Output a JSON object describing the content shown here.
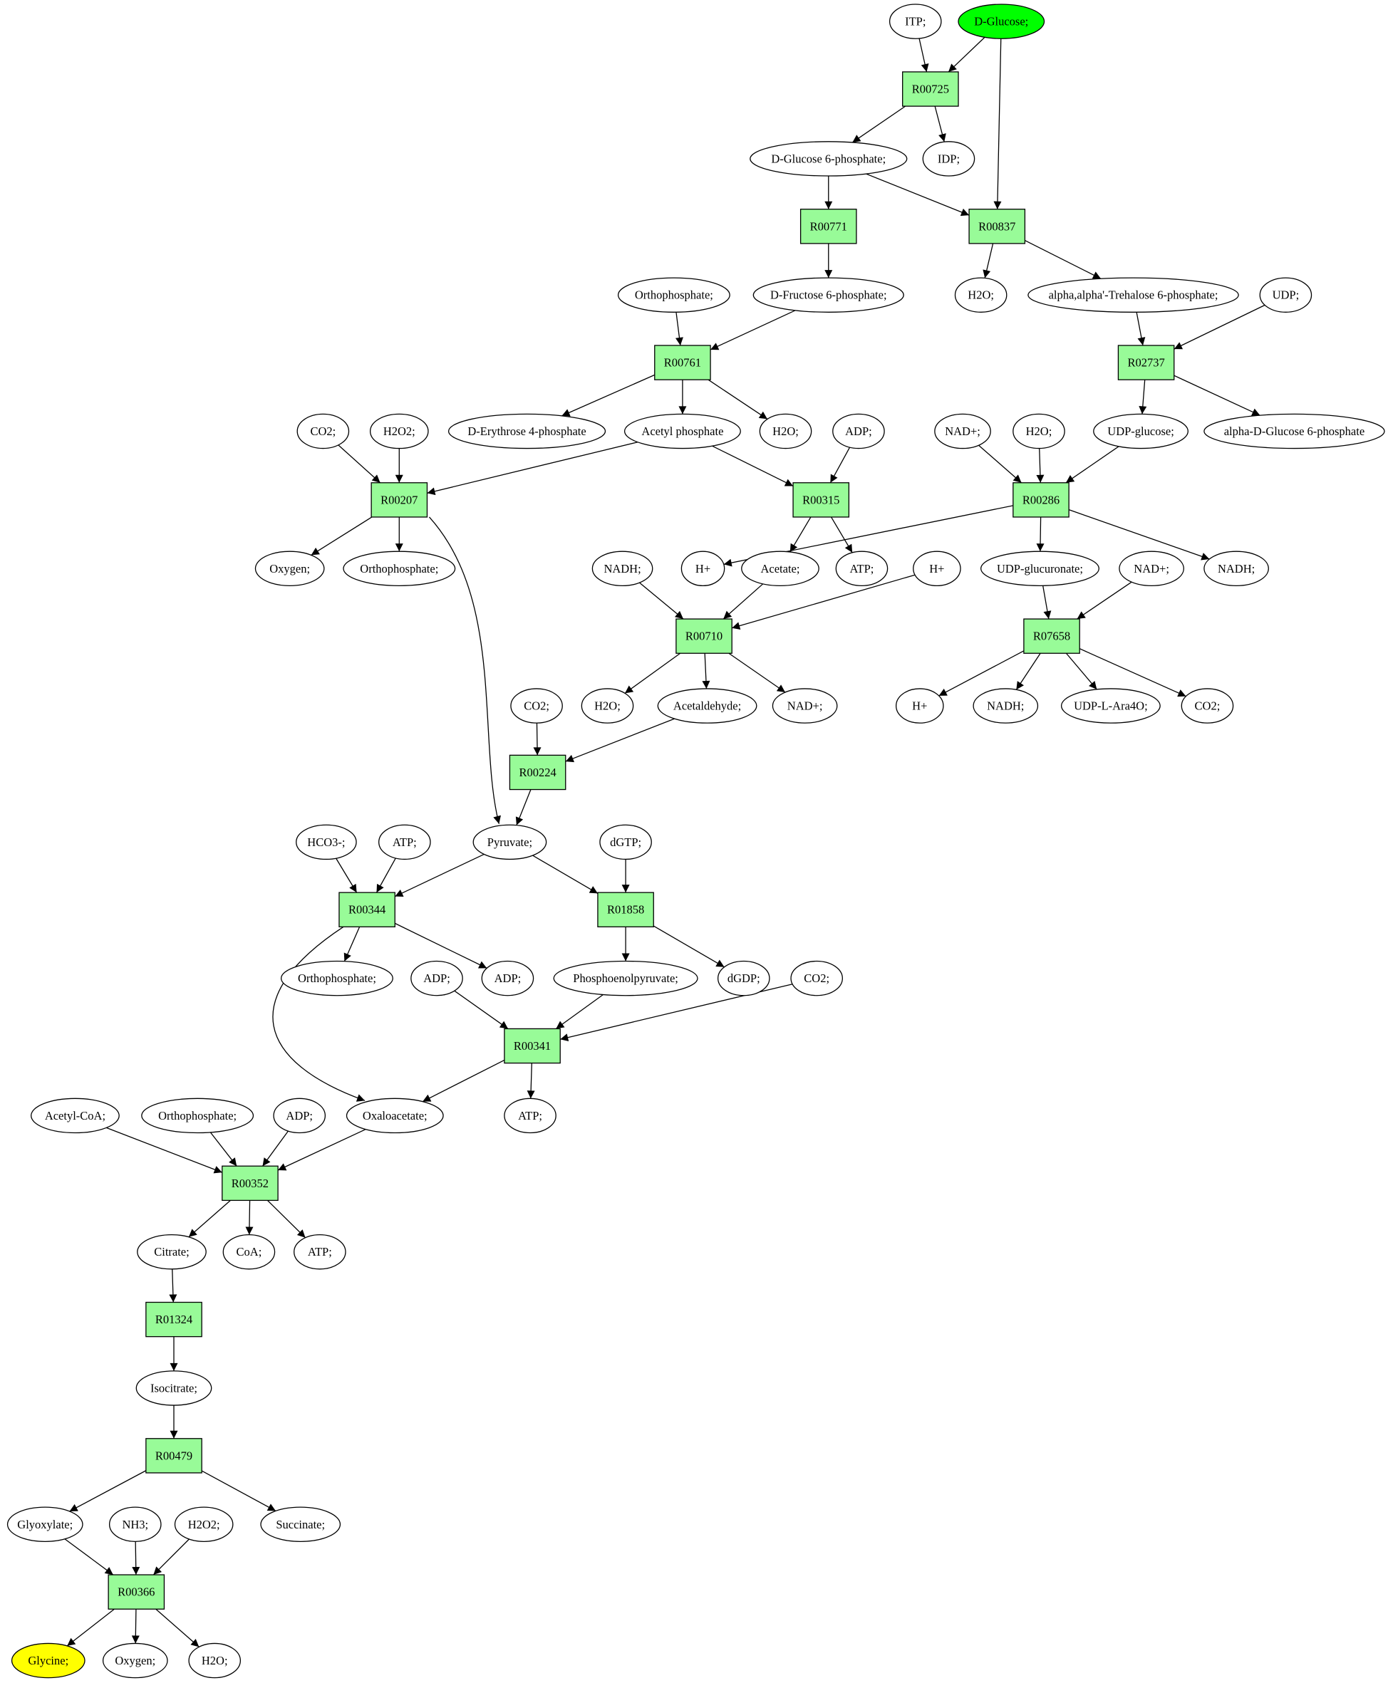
{
  "colors": {
    "reaction_fill": "#98fb98",
    "metabolite_fill": "#ffffff",
    "source_fill": "#00ff00",
    "target_fill": "#ffff00",
    "stroke": "#000000"
  },
  "reactions": [
    {
      "id": "r00725",
      "label": "R00725"
    },
    {
      "id": "r00771",
      "label": "R00771"
    },
    {
      "id": "r00837",
      "label": "R00837"
    },
    {
      "id": "r00761",
      "label": "R00761"
    },
    {
      "id": "r02737",
      "label": "R02737"
    },
    {
      "id": "r00207",
      "label": "R00207"
    },
    {
      "id": "r00315",
      "label": "R00315"
    },
    {
      "id": "r00286",
      "label": "R00286"
    },
    {
      "id": "r00710",
      "label": "R00710"
    },
    {
      "id": "r07658",
      "label": "R07658"
    },
    {
      "id": "r00224",
      "label": "R00224"
    },
    {
      "id": "r00344",
      "label": "R00344"
    },
    {
      "id": "r01858",
      "label": "R01858"
    },
    {
      "id": "r00341",
      "label": "R00341"
    },
    {
      "id": "r00352",
      "label": "R00352"
    },
    {
      "id": "r01324",
      "label": "R01324"
    },
    {
      "id": "r00479",
      "label": "R00479"
    },
    {
      "id": "r00366",
      "label": "R00366"
    }
  ],
  "metabolites": [
    {
      "id": "itp",
      "label": "ITP;"
    },
    {
      "id": "dglucose",
      "label": "D-Glucose;",
      "role": "source"
    },
    {
      "id": "g6p",
      "label": "D-Glucose 6-phosphate;"
    },
    {
      "id": "idp",
      "label": "IDP;"
    },
    {
      "id": "f6p",
      "label": "D-Fructose 6-phosphate;"
    },
    {
      "id": "pi_1",
      "label": "Orthophosphate;"
    },
    {
      "id": "h2o_1",
      "label": "H2O;"
    },
    {
      "id": "t6p",
      "label": "alpha,alpha'-Trehalose 6-phosphate;"
    },
    {
      "id": "udp_1",
      "label": "UDP;"
    },
    {
      "id": "e4p",
      "label": "D-Erythrose 4-phosphate"
    },
    {
      "id": "acp",
      "label": "Acetyl phosphate"
    },
    {
      "id": "h2o_2",
      "label": "H2O;"
    },
    {
      "id": "co2_1",
      "label": "CO2;"
    },
    {
      "id": "h2o2_1",
      "label": "H2O2;"
    },
    {
      "id": "adp_1",
      "label": "ADP;"
    },
    {
      "id": "nadp_1",
      "label": "NAD+;"
    },
    {
      "id": "h2o_3",
      "label": "H2O;"
    },
    {
      "id": "udpglc",
      "label": "UDP-glucose;"
    },
    {
      "id": "adg6p",
      "label": "alpha-D-Glucose 6-phosphate"
    },
    {
      "id": "oxy_1",
      "label": "Oxygen;"
    },
    {
      "id": "pi_2",
      "label": "Orthophosphate;"
    },
    {
      "id": "nadh_1",
      "label": "NADH;"
    },
    {
      "id": "hp_1",
      "label": "H+"
    },
    {
      "id": "acetate",
      "label": "Acetate;"
    },
    {
      "id": "atp_1",
      "label": "ATP;"
    },
    {
      "id": "hp_2",
      "label": "H+"
    },
    {
      "id": "udpglcu",
      "label": "UDP-glucuronate;"
    },
    {
      "id": "nadp_2",
      "label": "NAD+;"
    },
    {
      "id": "nadh_2",
      "label": "NADH;"
    },
    {
      "id": "co2_2",
      "label": "CO2;"
    },
    {
      "id": "h2o_4",
      "label": "H2O;"
    },
    {
      "id": "acald",
      "label": "Acetaldehyde;"
    },
    {
      "id": "nadp_3",
      "label": "NAD+;"
    },
    {
      "id": "hp_3",
      "label": "H+"
    },
    {
      "id": "nadh_3",
      "label": "NADH;"
    },
    {
      "id": "udpara",
      "label": "UDP-L-Ara4O;"
    },
    {
      "id": "co2_3",
      "label": "CO2;"
    },
    {
      "id": "hco3",
      "label": "HCO3-;"
    },
    {
      "id": "atp_2",
      "label": "ATP;"
    },
    {
      "id": "pyr",
      "label": "Pyruvate;"
    },
    {
      "id": "dgtp",
      "label": "dGTP;"
    },
    {
      "id": "pi_3",
      "label": "Orthophosphate;"
    },
    {
      "id": "adp_2",
      "label": "ADP;"
    },
    {
      "id": "adp_3",
      "label": "ADP;"
    },
    {
      "id": "pep",
      "label": "Phosphoenolpyruvate;"
    },
    {
      "id": "dgdp",
      "label": "dGDP;"
    },
    {
      "id": "co2_4",
      "label": "CO2;"
    },
    {
      "id": "accoa",
      "label": "Acetyl-CoA;"
    },
    {
      "id": "pi_4",
      "label": "Orthophosphate;"
    },
    {
      "id": "adp_4",
      "label": "ADP;"
    },
    {
      "id": "oaa",
      "label": "Oxaloacetate;"
    },
    {
      "id": "atp_3",
      "label": "ATP;"
    },
    {
      "id": "citrate",
      "label": "Citrate;"
    },
    {
      "id": "coa",
      "label": "CoA;"
    },
    {
      "id": "atp_4",
      "label": "ATP;"
    },
    {
      "id": "isocit",
      "label": "Isocitrate;"
    },
    {
      "id": "glyox",
      "label": "Glyoxylate;"
    },
    {
      "id": "nh3",
      "label": "NH3;"
    },
    {
      "id": "h2o2_2",
      "label": "H2O2;"
    },
    {
      "id": "succ",
      "label": "Succinate;"
    },
    {
      "id": "glycine",
      "label": "Glycine;",
      "role": "target"
    },
    {
      "id": "oxy_2",
      "label": "Oxygen;"
    },
    {
      "id": "h2o_5",
      "label": "H2O;"
    }
  ],
  "edges": [
    [
      "itp",
      "r00725"
    ],
    [
      "dglucose",
      "r00725"
    ],
    [
      "r00725",
      "g6p"
    ],
    [
      "r00725",
      "idp"
    ],
    [
      "dglucose",
      "r00837"
    ],
    [
      "g6p",
      "r00837"
    ],
    [
      "g6p",
      "r00771"
    ],
    [
      "r00771",
      "f6p"
    ],
    [
      "r00837",
      "h2o_1"
    ],
    [
      "r00837",
      "t6p"
    ],
    [
      "pi_1",
      "r00761"
    ],
    [
      "f6p",
      "r00761"
    ],
    [
      "r00761",
      "e4p"
    ],
    [
      "r00761",
      "acp"
    ],
    [
      "r00761",
      "h2o_2"
    ],
    [
      "t6p",
      "r02737"
    ],
    [
      "udp_1",
      "r02737"
    ],
    [
      "r02737",
      "udpglc"
    ],
    [
      "r02737",
      "adg6p"
    ],
    [
      "co2_1",
      "r00207"
    ],
    [
      "h2o2_1",
      "r00207"
    ],
    [
      "acp",
      "r00207"
    ],
    [
      "r00207",
      "oxy_1"
    ],
    [
      "r00207",
      "pi_2"
    ],
    [
      "r00207",
      "pyr"
    ],
    [
      "acp",
      "r00315"
    ],
    [
      "adp_1",
      "r00315"
    ],
    [
      "r00315",
      "acetate"
    ],
    [
      "r00315",
      "atp_1"
    ],
    [
      "nadp_1",
      "r00286"
    ],
    [
      "h2o_3",
      "r00286"
    ],
    [
      "udpglc",
      "r00286"
    ],
    [
      "r00286",
      "hp_1"
    ],
    [
      "r00286",
      "udpglcu"
    ],
    [
      "r00286",
      "nadh_1"
    ],
    [
      "nadh_2",
      "r00710"
    ],
    [
      "hp_2",
      "r00710"
    ],
    [
      "acetate",
      "r00710"
    ],
    [
      "r00710",
      "h2o_4"
    ],
    [
      "r00710",
      "acald"
    ],
    [
      "r00710",
      "nadp_3"
    ],
    [
      "udpglcu",
      "r07658"
    ],
    [
      "nadp_2",
      "r07658"
    ],
    [
      "r07658",
      "hp_3"
    ],
    [
      "r07658",
      "nadh_3"
    ],
    [
      "r07658",
      "udpara"
    ],
    [
      "r07658",
      "co2_3"
    ],
    [
      "co2_2",
      "r00224"
    ],
    [
      "acald",
      "r00224"
    ],
    [
      "r00224",
      "pyr"
    ],
    [
      "hco3",
      "r00344"
    ],
    [
      "atp_2",
      "r00344"
    ],
    [
      "pyr",
      "r00344"
    ],
    [
      "r00344",
      "pi_3"
    ],
    [
      "r00344",
      "adp_2"
    ],
    [
      "r00344",
      "oaa"
    ],
    [
      "pyr",
      "r01858"
    ],
    [
      "dgtp",
      "r01858"
    ],
    [
      "r01858",
      "pep"
    ],
    [
      "r01858",
      "dgdp"
    ],
    [
      "adp_3",
      "r00341"
    ],
    [
      "pep",
      "r00341"
    ],
    [
      "co2_4",
      "r00341"
    ],
    [
      "r00341",
      "oaa"
    ],
    [
      "r00341",
      "atp_3"
    ],
    [
      "accoa",
      "r00352"
    ],
    [
      "pi_4",
      "r00352"
    ],
    [
      "adp_4",
      "r00352"
    ],
    [
      "oaa",
      "r00352"
    ],
    [
      "r00352",
      "citrate"
    ],
    [
      "r00352",
      "coa"
    ],
    [
      "r00352",
      "atp_4"
    ],
    [
      "citrate",
      "r01324"
    ],
    [
      "r01324",
      "isocit"
    ],
    [
      "isocit",
      "r00479"
    ],
    [
      "r00479",
      "glyox"
    ],
    [
      "r00479",
      "succ"
    ],
    [
      "glyox",
      "r00366"
    ],
    [
      "nh3",
      "r00366"
    ],
    [
      "h2o2_2",
      "r00366"
    ],
    [
      "r00366",
      "glycine"
    ],
    [
      "r00366",
      "oxy_2"
    ],
    [
      "r00366",
      "h2o_5"
    ]
  ]
}
